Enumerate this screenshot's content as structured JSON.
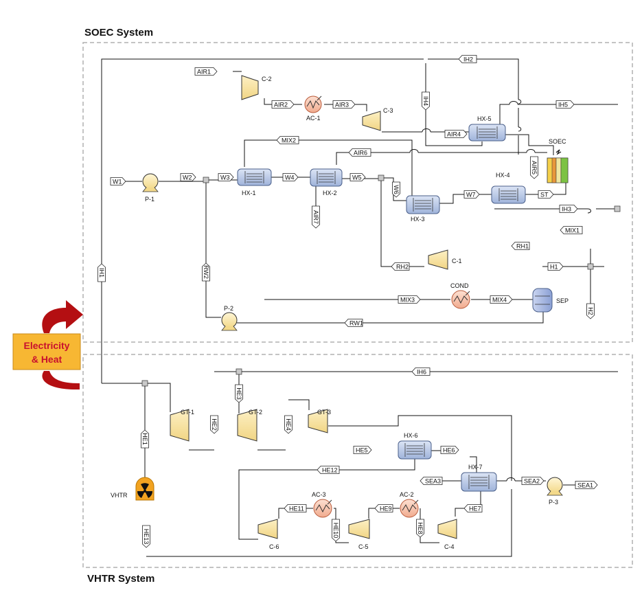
{
  "sections": {
    "soec_title": "SOEC System",
    "vhtr_title": "VHTR System",
    "link_line1": "Electricity",
    "link_line2": "& Heat"
  },
  "equipment": {
    "p1": "P-1",
    "p2": "P-2",
    "p3": "P-3",
    "c2": "C-2",
    "c3": "C-3",
    "c1": "C-1",
    "ac1": "AC-1",
    "hx1": "HX-1",
    "hx2": "HX-2",
    "hx3": "HX-3",
    "hx4": "HX-4",
    "hx5": "HX-5",
    "soec": "SOEC",
    "cond": "COND",
    "sep": "SEP",
    "gt1": "GT-1",
    "gt2": "GT-2",
    "gt3": "GT-3",
    "hx6": "HX-6",
    "hx7": "HX-7",
    "ac3": "AC-3",
    "ac2": "AC-2",
    "c6": "C-6",
    "c5": "C-5",
    "c4": "C-4",
    "vhtr": "VHTR"
  },
  "streams": {
    "AIR1": "AIR1",
    "AIR2": "AIR2",
    "AIR3": "AIR3",
    "AIR4": "AIR4",
    "AIR5": "AIR5",
    "AIR6": "AIR6",
    "AIR7": "AIR7",
    "IH1": "IH1",
    "IH2": "IH2",
    "IH3": "IH3",
    "IH4": "IH4",
    "IH5": "IH5",
    "IH6": "IH6",
    "MIX1": "MIX1",
    "MIX2": "MIX2",
    "MIX3": "MIX3",
    "MIX4": "MIX4",
    "W1": "W1",
    "W2": "W2",
    "W3": "W3",
    "W4": "W4",
    "W5": "W5",
    "W6": "W6",
    "W7": "W7",
    "ST": "ST",
    "RH1": "RH1",
    "RH2": "RH2",
    "RW1": "RW1",
    "RW2": "RW2",
    "H1": "H1",
    "H2": "H2",
    "HE1": "HE1",
    "HE2": "HE2",
    "HE3": "HE3",
    "HE4": "HE4",
    "HE5": "HE5",
    "HE6": "HE6",
    "HE7": "HE7",
    "HE8": "HE8",
    "HE9": "HE9",
    "HE10": "HE10",
    "HE11": "HE11",
    "HE12": "HE12",
    "HE13": "HE13",
    "SEA1": "SEA1",
    "SEA2": "SEA2",
    "SEA3": "SEA3"
  },
  "colors": {
    "pump_fill": "#f8e4a0",
    "turbine_fill": "#f8e4a0",
    "hx_fill": "#b8c8e8",
    "hx_stroke": "#4a5f8a",
    "cooler_fill": "#f6c6b0",
    "cooler_stroke": "#b85a3a",
    "box_border": "#b0b0b0",
    "arrow_red": "#b40f12",
    "badge_bg": "#f7b733",
    "badge_text": "#c8102e",
    "reactor": "#f2a321",
    "soec_yellow": "#f5d04a",
    "soec_orange": "#e8973a",
    "soec_green": "#7cc243"
  }
}
